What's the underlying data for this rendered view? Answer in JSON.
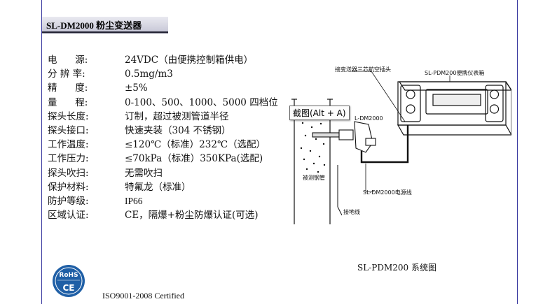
{
  "header": {
    "title": "SL-DM2000 粉尘变送器"
  },
  "specs": [
    {
      "label": "电      源:",
      "value": "24VDC（由便携控制箱供电）"
    },
    {
      "label": "分 辨 率:",
      "value": "0.5mg/m3"
    },
    {
      "label": "精      度:",
      "value": "±5%"
    },
    {
      "label": "量      程:",
      "value": "0-100、500、1000、5000 四档位"
    },
    {
      "label": "探头长度:",
      "value": "订制，超过被测管道半径"
    },
    {
      "label": "探头接口:",
      "value": "快速夹装（304 不锈钢）"
    },
    {
      "label": "工作温度:",
      "value": "≤120℃（标准）232℃（选配）"
    },
    {
      "label": "工作压力:",
      "value": "≤70kPa（标准）350KPa(选配)"
    },
    {
      "label": "探头吹扫:",
      "value": "无需吹扫"
    },
    {
      "label": "保护材料:",
      "value": "特氟龙（标准）"
    },
    {
      "label": "防护等级:",
      "value": "IP66"
    },
    {
      "label": "区域认证:",
      "value": "CE，隔爆+粉尘防爆认证(可选)"
    }
  ],
  "tooltip": {
    "text": "截图(Alt + A)"
  },
  "diagram": {
    "label_connector": "接变送器三芯航空插头",
    "label_box": "SL-PDM200便携仪表箱",
    "label_sensor": "L-DM2000",
    "label_pipe": "被测钢管",
    "label_cable": "SL-DM2000电源线",
    "label_ground": "接地线"
  },
  "caption": "SL-PDM200 系统图",
  "footer": {
    "rohs_text": "RoHS",
    "ce_text": "CE",
    "iso": "ISO9001-2008 Certified"
  },
  "colors": {
    "border": "#3a3aa0",
    "title_bg": "#d6d6e2"
  }
}
